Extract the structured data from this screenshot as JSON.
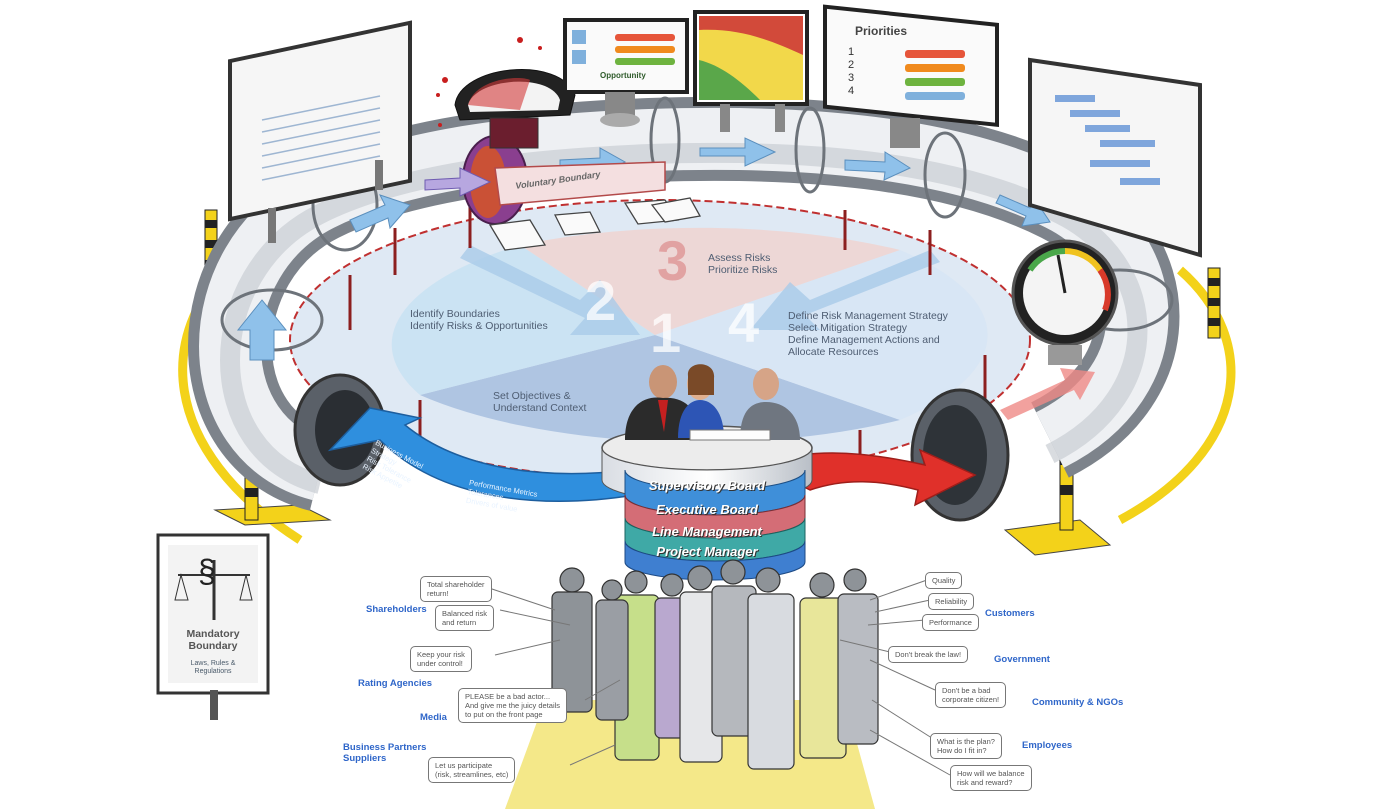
{
  "phases": [
    {
      "number": "1",
      "lines": [
        "Set Objectives &",
        "Understand Context"
      ]
    },
    {
      "number": "2",
      "lines": [
        "Identify Boundaries",
        "Identify Risks & Opportunities"
      ]
    },
    {
      "number": "3",
      "lines": [
        "Assess Risks",
        "Prioritize Risks"
      ]
    },
    {
      "number": "4",
      "lines": [
        "Define Risk Management Strategy",
        "Select Mitigation Strategy",
        "Define Management Actions and",
        "Allocate Resources"
      ]
    }
  ],
  "podium_tiers": [
    "Supervisory Board",
    "Executive Board",
    "Line Management",
    "Project Manager"
  ],
  "boundaries": {
    "voluntary": "Voluntary Boundary",
    "mandatory_title": [
      "Mandatory",
      "Boundary"
    ],
    "mandatory_sub": "Laws, Rules & Regulations"
  },
  "blue_arrow_text": [
    "Business Model",
    "Strategy",
    "Risk Tolerance",
    "Risk Appetite",
    "Performance Metrics",
    "Tolerances",
    "Drivers of value"
  ],
  "stakeholders": {
    "left": [
      "Shareholders",
      "Rating Agencies",
      "Media",
      "Business Partners",
      "Suppliers"
    ],
    "right": [
      "Customers",
      "Government",
      "Community & NGOs",
      "Employees"
    ]
  },
  "bubbles": {
    "total_return": [
      "Total shareholder",
      "return!"
    ],
    "risk_return": [
      "Balanced risk",
      "and return"
    ],
    "keep_control": [
      "Keep your risk",
      "under control!"
    ],
    "media": [
      "PLEASE be a bad actor...",
      "And give me the juicy details",
      "to put on the front page"
    ],
    "partners": [
      "Let us participate",
      "(risk, streamlines, etc)"
    ],
    "quality": [
      "Quality"
    ],
    "reliability": [
      "Reliability"
    ],
    "performance": [
      "Performance"
    ],
    "law": [
      "Don't break the law!"
    ],
    "citizen": [
      "Don't be a bad",
      "corporate citizen!"
    ],
    "plan": [
      "What is the plan?",
      "How do I fit in?"
    ],
    "balance": [
      "How will we balance",
      "risk and reward?"
    ]
  },
  "monitors": {
    "priorities_title": "Priorities",
    "priorities_items": [
      "1",
      "2",
      "3",
      "4"
    ],
    "opportunity": "Opportunity"
  },
  "colors": {
    "blue_arrow": "#2f8fde",
    "red_arrow": "#e0302a",
    "stakeholder_text": "#2f66c9",
    "safety_yellow": "#f3d21a",
    "tier_1": "#3f8fd9",
    "tier_2": "#d46d76",
    "tier_3": "#3fa9a6",
    "tier_4": "#3f7fd0"
  }
}
